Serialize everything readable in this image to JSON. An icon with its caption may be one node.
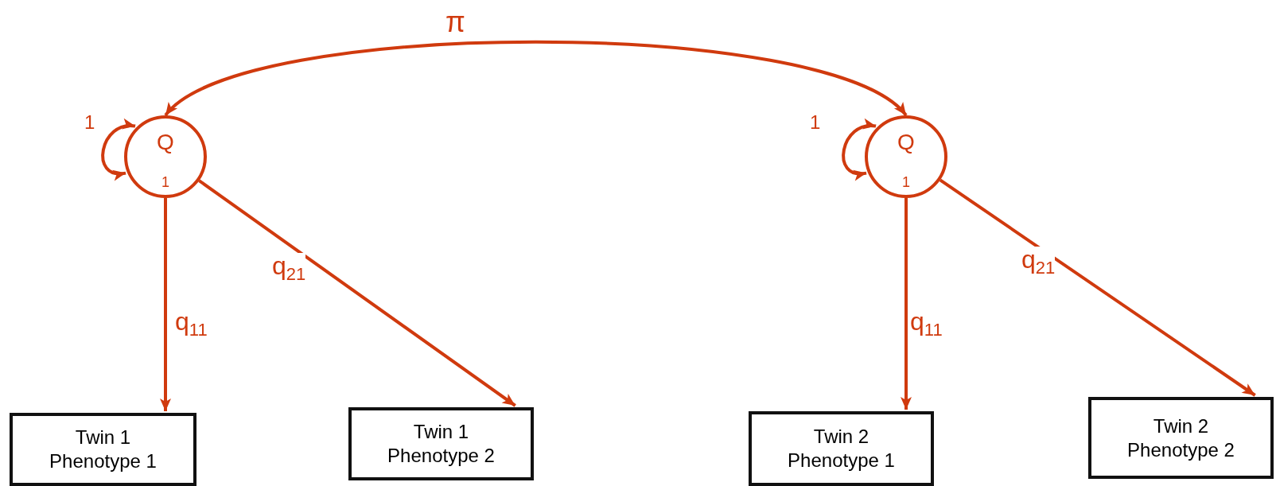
{
  "diagram": {
    "nodes": [
      {
        "text": [
          "Q",
          "1"
        ]
      },
      {
        "text": [
          "Q",
          "1"
        ]
      },
      {
        "text": [
          "Twin 1 Phenotype 1"
        ]
      },
      {
        "text": [
          "Twin 1 Phenotype 2"
        ]
      },
      {
        "text": [
          "Twin 2 Phenotype 1"
        ]
      },
      {
        "text": [
          "Twin 2 Phenotype 2"
        ]
      }
    ],
    "edges": [
      {
        "from": 0,
        "to": 1,
        "arrow": "both",
        "label": "π"
      },
      {
        "from": 0,
        "to": 0,
        "arrow": "both",
        "label": "1"
      },
      {
        "from": 1,
        "to": 1,
        "arrow": "both",
        "label": "1"
      },
      {
        "from": 0,
        "to": 2,
        "arrow": "to",
        "label": "q$_{11}$"
      },
      {
        "from": 0,
        "to": 3,
        "arrow": "to",
        "label": "q$_{21}$"
      },
      {
        "from": 1,
        "to": 4,
        "arrow": "to",
        "label": "q$_{11}$"
      },
      {
        "from": 1,
        "to": 5,
        "arrow": "to",
        "label": "q$_{21}$"
      }
    ]
  }
}
